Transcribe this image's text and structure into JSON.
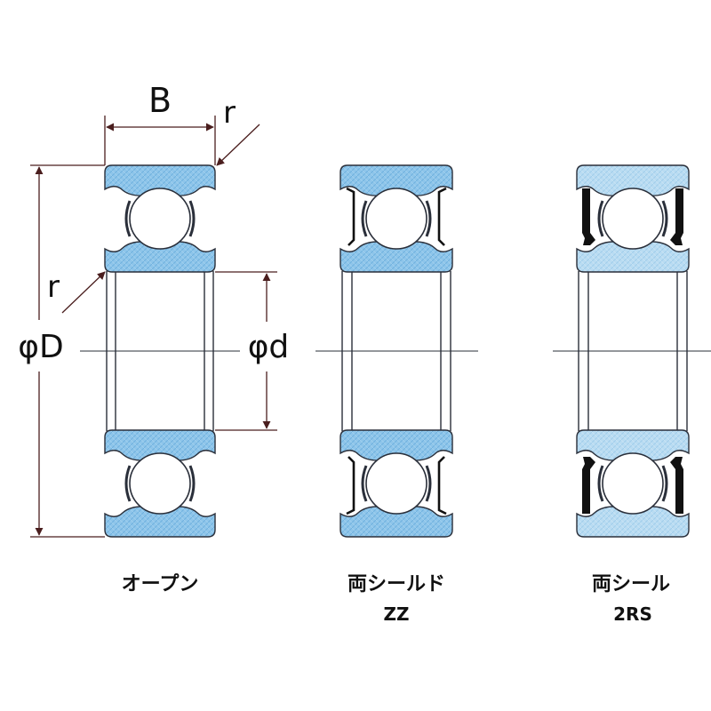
{
  "dimensions": {
    "width_label": "B",
    "outer_diameter_label": "φD",
    "inner_diameter_label": "φd",
    "radius_label_top": "r",
    "radius_label_bottom": "r"
  },
  "variants": [
    {
      "name": "オープン",
      "code": ""
    },
    {
      "name": "両シールド",
      "code": "ZZ"
    },
    {
      "name": "両シール",
      "code": "2RS"
    }
  ],
  "colors": {
    "ring_fill": "#8ec5ea",
    "ring_fill_light": "#b9dcf2",
    "outline": "#2a2f3a",
    "dimension_line": "#4a1e1e",
    "seal": "#111111"
  }
}
